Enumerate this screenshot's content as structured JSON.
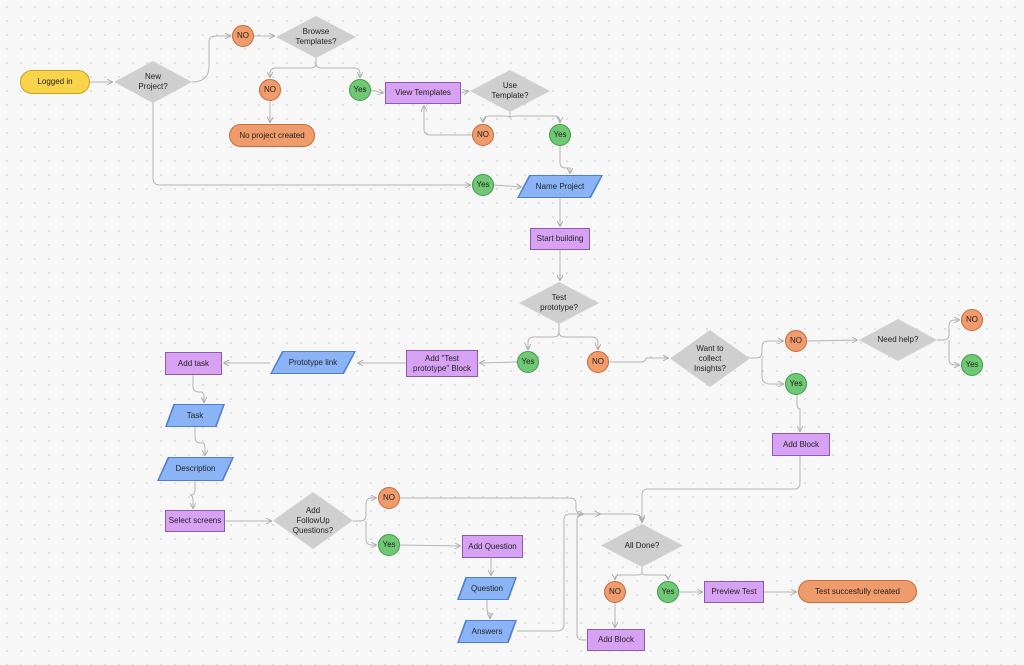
{
  "colors": {
    "process": "#d8a2f4",
    "decision": "#cfcfcf",
    "io": "#8ab4f5",
    "start": "#f9d44b",
    "terminal": "#ef9b6b",
    "no": "#ef9b6b",
    "yes": "#6fc873",
    "connector": "#b5b5b5"
  },
  "labels": {
    "logged_in": "Logged in",
    "new_project": "New Project?",
    "no_1": "NO",
    "browse_templates": "Browse Templates?",
    "no_2": "NO",
    "yes_1": "Yes",
    "no_project_created": "No project created",
    "view_templates": "View Templates",
    "use_template": "Use Template?",
    "no_3": "NO",
    "yes_2": "Yes",
    "yes_3": "Yes",
    "name_project": "Name Project",
    "start_building": "Start building",
    "test_prototype": "Test prototype?",
    "yes_4": "Yes",
    "no_4": "NO",
    "add_test_prototype_block": "Add \"Test prototype\" Block",
    "prototype_link": "Prototype link",
    "add_task": "Add task",
    "task": "Task",
    "description": "Description",
    "select_screens": "Select screens",
    "want_to_collect_insights": "Want to collect Insights?",
    "no_5": "NO",
    "need_help": "Need help?",
    "no_6": "NO",
    "yes_5": "Yes",
    "yes_6": "Yes",
    "add_block_1": "Add Block",
    "add_followup_questions": "Add FollowUp Questions?",
    "no_7": "NO",
    "yes_7": "Yes",
    "add_question": "Add Question",
    "question": "Question",
    "answers": "Answers",
    "all_done": "All Done?",
    "no_8": "NO",
    "yes_8": "Yes",
    "preview_test": "Preview Test",
    "test_successfully_created": "Test succesfully created",
    "add_block_2": "Add Block"
  }
}
